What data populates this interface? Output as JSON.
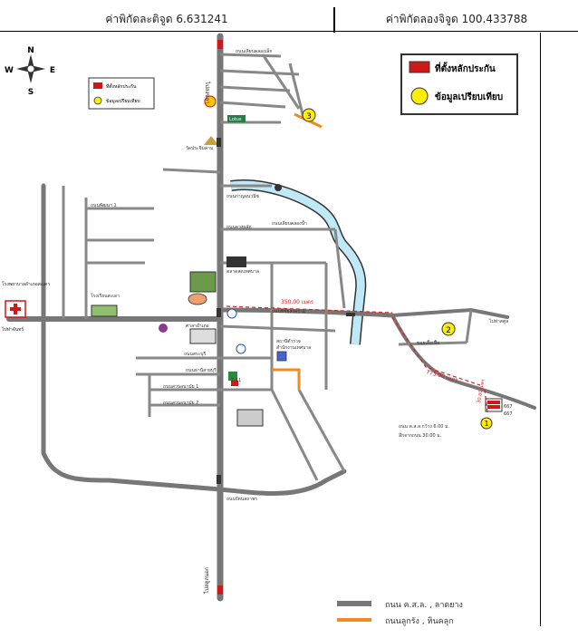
{
  "header": {
    "lat_label": "ค่าพิกัดละติจูด 6.631241",
    "lng_label": "ค่าพิกัดลองจิจูด 100.433788"
  },
  "compass": {
    "n": "N",
    "s": "S",
    "e": "E",
    "w": "W"
  },
  "legend": {
    "location_label": "ที่ตั้งหลักประกัน",
    "comparable_label": "ข้อมูลเปรียบเทียบ",
    "location_color": "#d01818",
    "comparable_color": "#ffee00"
  },
  "small_legend": {
    "location_label": "ที่ตั้งหลักประกัน",
    "comparable_label": "ข้อมูลเปรียบเทียบ"
  },
  "bottom_legend": {
    "paved_label": "ถนน ค.ส.ล. , ลาดยาง",
    "gravel_label": "ถนนลูกรัง , หินคลุก",
    "paved_color": "#777777",
    "gravel_color": "#f08a24"
  },
  "markers": {
    "m1": "1",
    "m2": "2",
    "m3": "3"
  },
  "distances": {
    "d1": "350.00 เมตร",
    "d2": "775.00 เมตร",
    "d3": "30.00 เมตร"
  },
  "labels": {
    "top_road": "ไปสงขลา",
    "bottom_road": "ไปสตูลนอก",
    "to_hospital": "ไปท่าจันทร์",
    "to_right": "ไปท่าสตูล",
    "hospital": "โรงพยาบาลอำเภอสะเดา",
    "school": "โรงเรียนสะเดา",
    "seven": "7-11",
    "lotus": "Lotus",
    "road1": "ถนนดวงผลัด",
    "road2": "ถนนกาญจนวนิช",
    "road3": "ถนนพิชัยสงคราม",
    "road4": "ถนนเลียบคลองน้ำ",
    "road5": "ถนนเลียบคลองเล็ก",
    "road6": "ถนนสระบุรี",
    "road7": "ถนนธานีสายบุรี",
    "road8": "ถนนสวนอนามัย 1",
    "road9": "ถนนสวนอนามัย 2",
    "road10": "ถนนพัฒนา 1",
    "road11": "ถนนรัตนสถาพร",
    "temple": "วัดประจิมคาม",
    "market": "ตลาดสดเทศบาล",
    "district": "ศาลาอำเภอ",
    "police": "สถานีตำรวจ",
    "municipal": "สำนักงานเทศบาล",
    "plot_road": "ถนน ค.ส.ล.กว้าง 6.00 ม.",
    "plot_depth": "ลึกจากถนน 30.00 ม.",
    "soi": "ซอยเอื้อเฟื้อ",
    "lot1": "667",
    "lot2": "667"
  }
}
